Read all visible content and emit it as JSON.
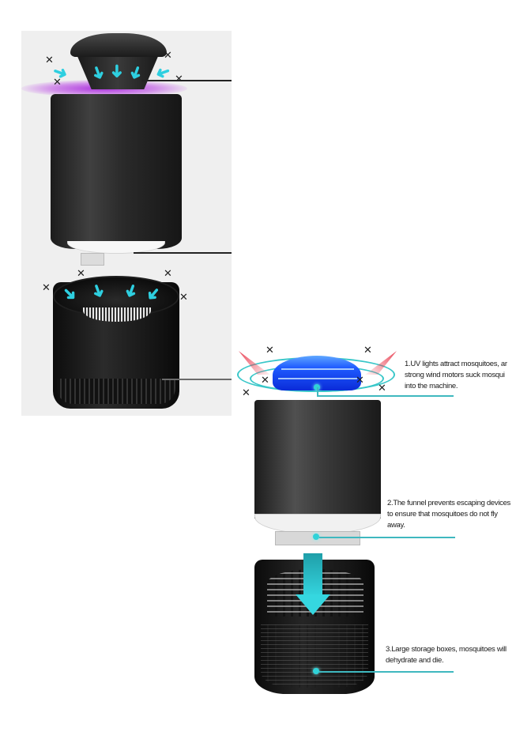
{
  "product": "Mosquito killer lamp (UV light + suction fan)",
  "left_diagram": {
    "description": "Exploded view: fan head with purple UV glow, black cylinder body, white clip, storage bin",
    "uv_glow_color": "#a828dc",
    "arrow_color": "#2ecfe0",
    "leader_lines": 3
  },
  "right_diagram": {
    "dome_color": "#1f5bff",
    "accent_color": "#39c7c9",
    "callouts": [
      {
        "id": 1,
        "lines": [
          "1.UV lights attract mosquitoes, ar",
          "strong wind motors suck mosqui",
          "into the machine."
        ]
      },
      {
        "id": 2,
        "lines": [
          "2.The funnel prevents escaping devices",
          "to ensure that mosquitoes do not fly",
          "away."
        ]
      },
      {
        "id": 3,
        "lines": [
          "3.Large storage boxes, mosquitoes will",
          "dehydrate and die."
        ]
      }
    ]
  }
}
